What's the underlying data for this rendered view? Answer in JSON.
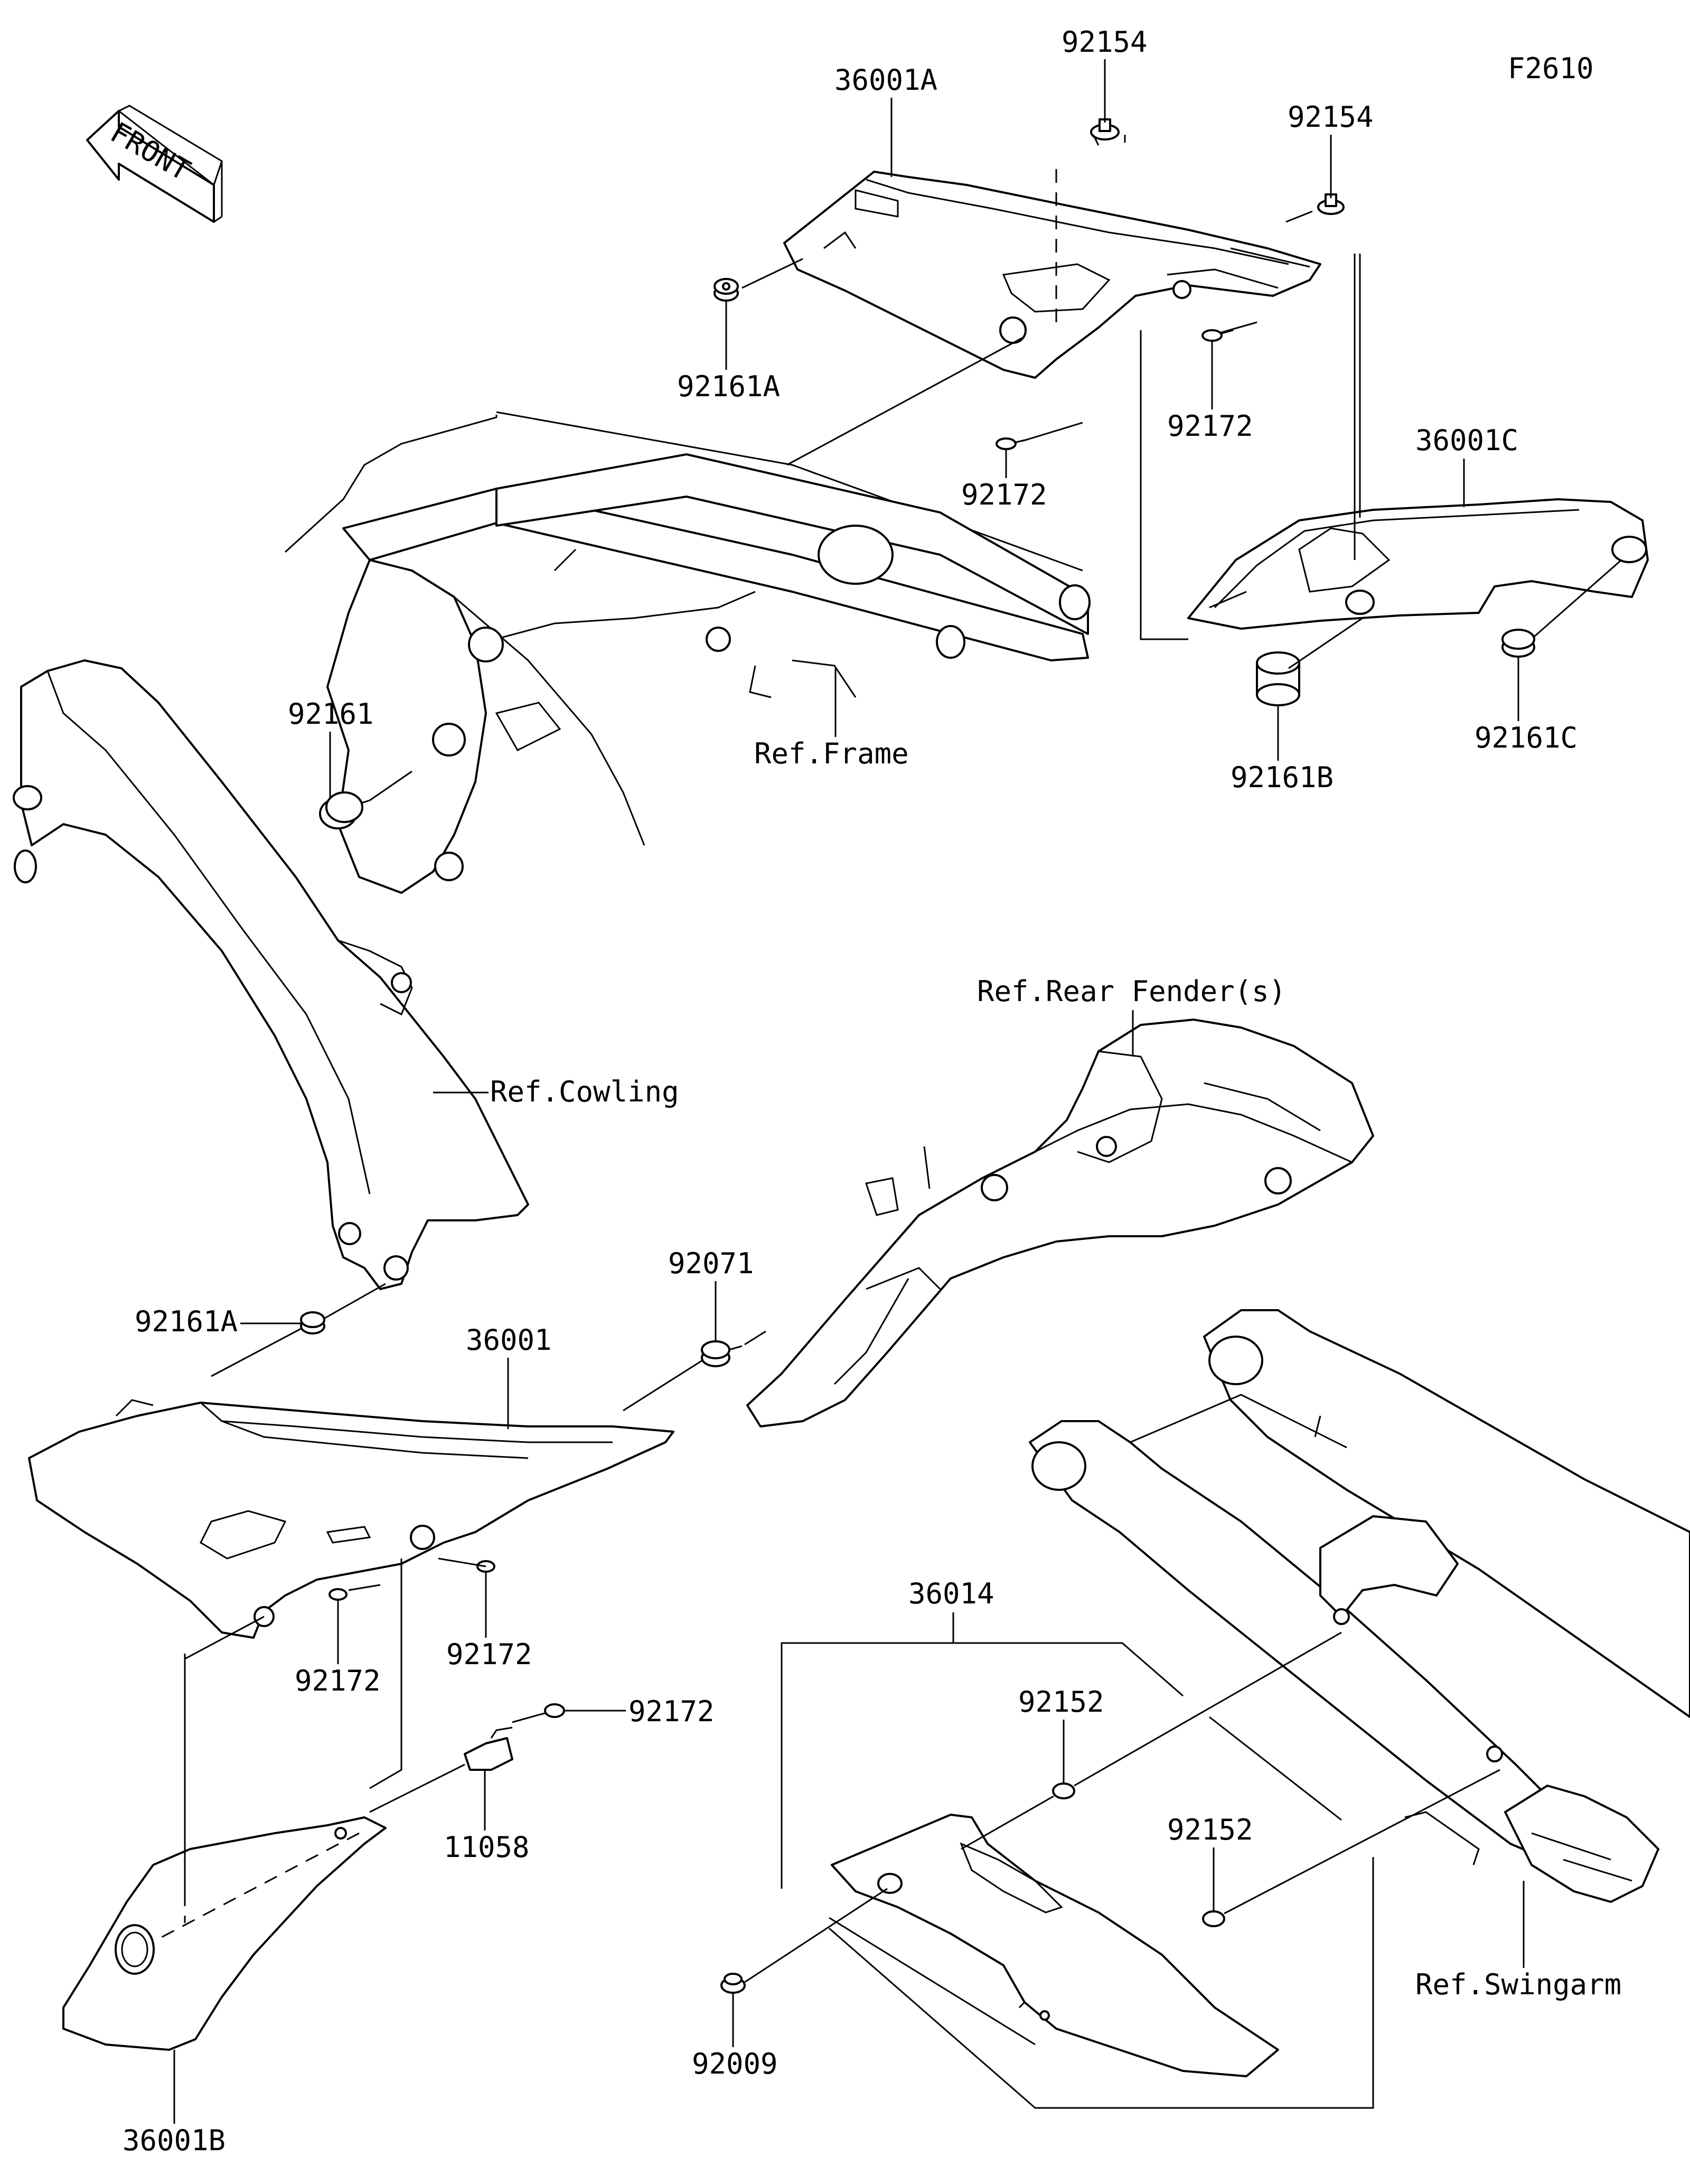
{
  "figure_code": "F2610",
  "direction_arrow": {
    "label": "FRONT",
    "icon": "front-arrow-icon"
  },
  "part_labels": {
    "p36001A": "36001A",
    "p92154_a": "92154",
    "p92154_b": "92154",
    "p92161A_top": "92161A",
    "p92172_a": "92172",
    "p92172_b": "92172",
    "p36001C": "36001C",
    "p92161B": "92161B",
    "p92161C": "92161C",
    "p92161": "92161",
    "p92161A_mid": "92161A",
    "p36001": "36001",
    "p92071": "92071",
    "p92172_c": "92172",
    "p92172_d": "92172",
    "p92172_e": "92172",
    "p11058": "11058",
    "p36001B": "36001B",
    "p36014": "36014",
    "p92152_a": "92152",
    "p92152_b": "92152",
    "p92009": "92009"
  },
  "reference_labels": {
    "frame": "Ref.Frame",
    "cowling": "Ref.Cowling",
    "rear_fender": "Ref.Rear Fender(s)",
    "swingarm": "Ref.Swingarm"
  }
}
